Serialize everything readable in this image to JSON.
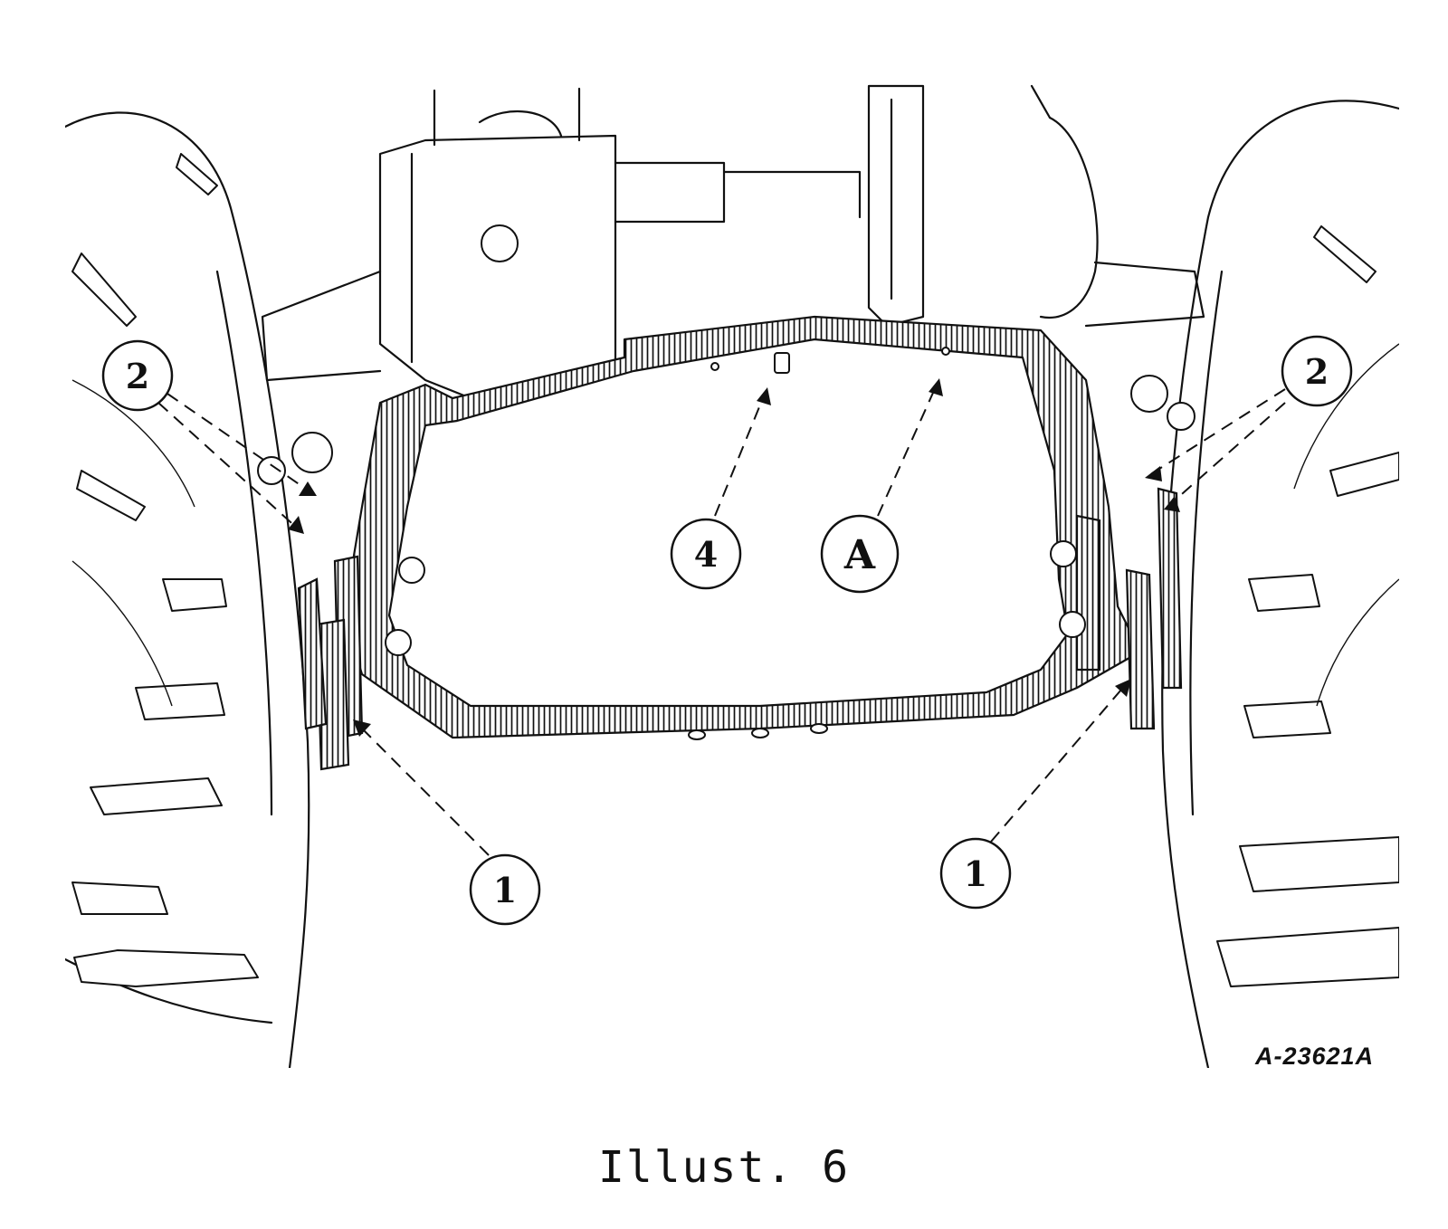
{
  "callouts": {
    "left_top": "2",
    "right_top": "2",
    "center_4": "4",
    "center_a": "A",
    "left_bottom": "1",
    "right_bottom": "1"
  },
  "part_number": "A-23621A",
  "caption": "Illust. 6",
  "colors": {
    "ink": "#111111",
    "paper": "#ffffff"
  }
}
